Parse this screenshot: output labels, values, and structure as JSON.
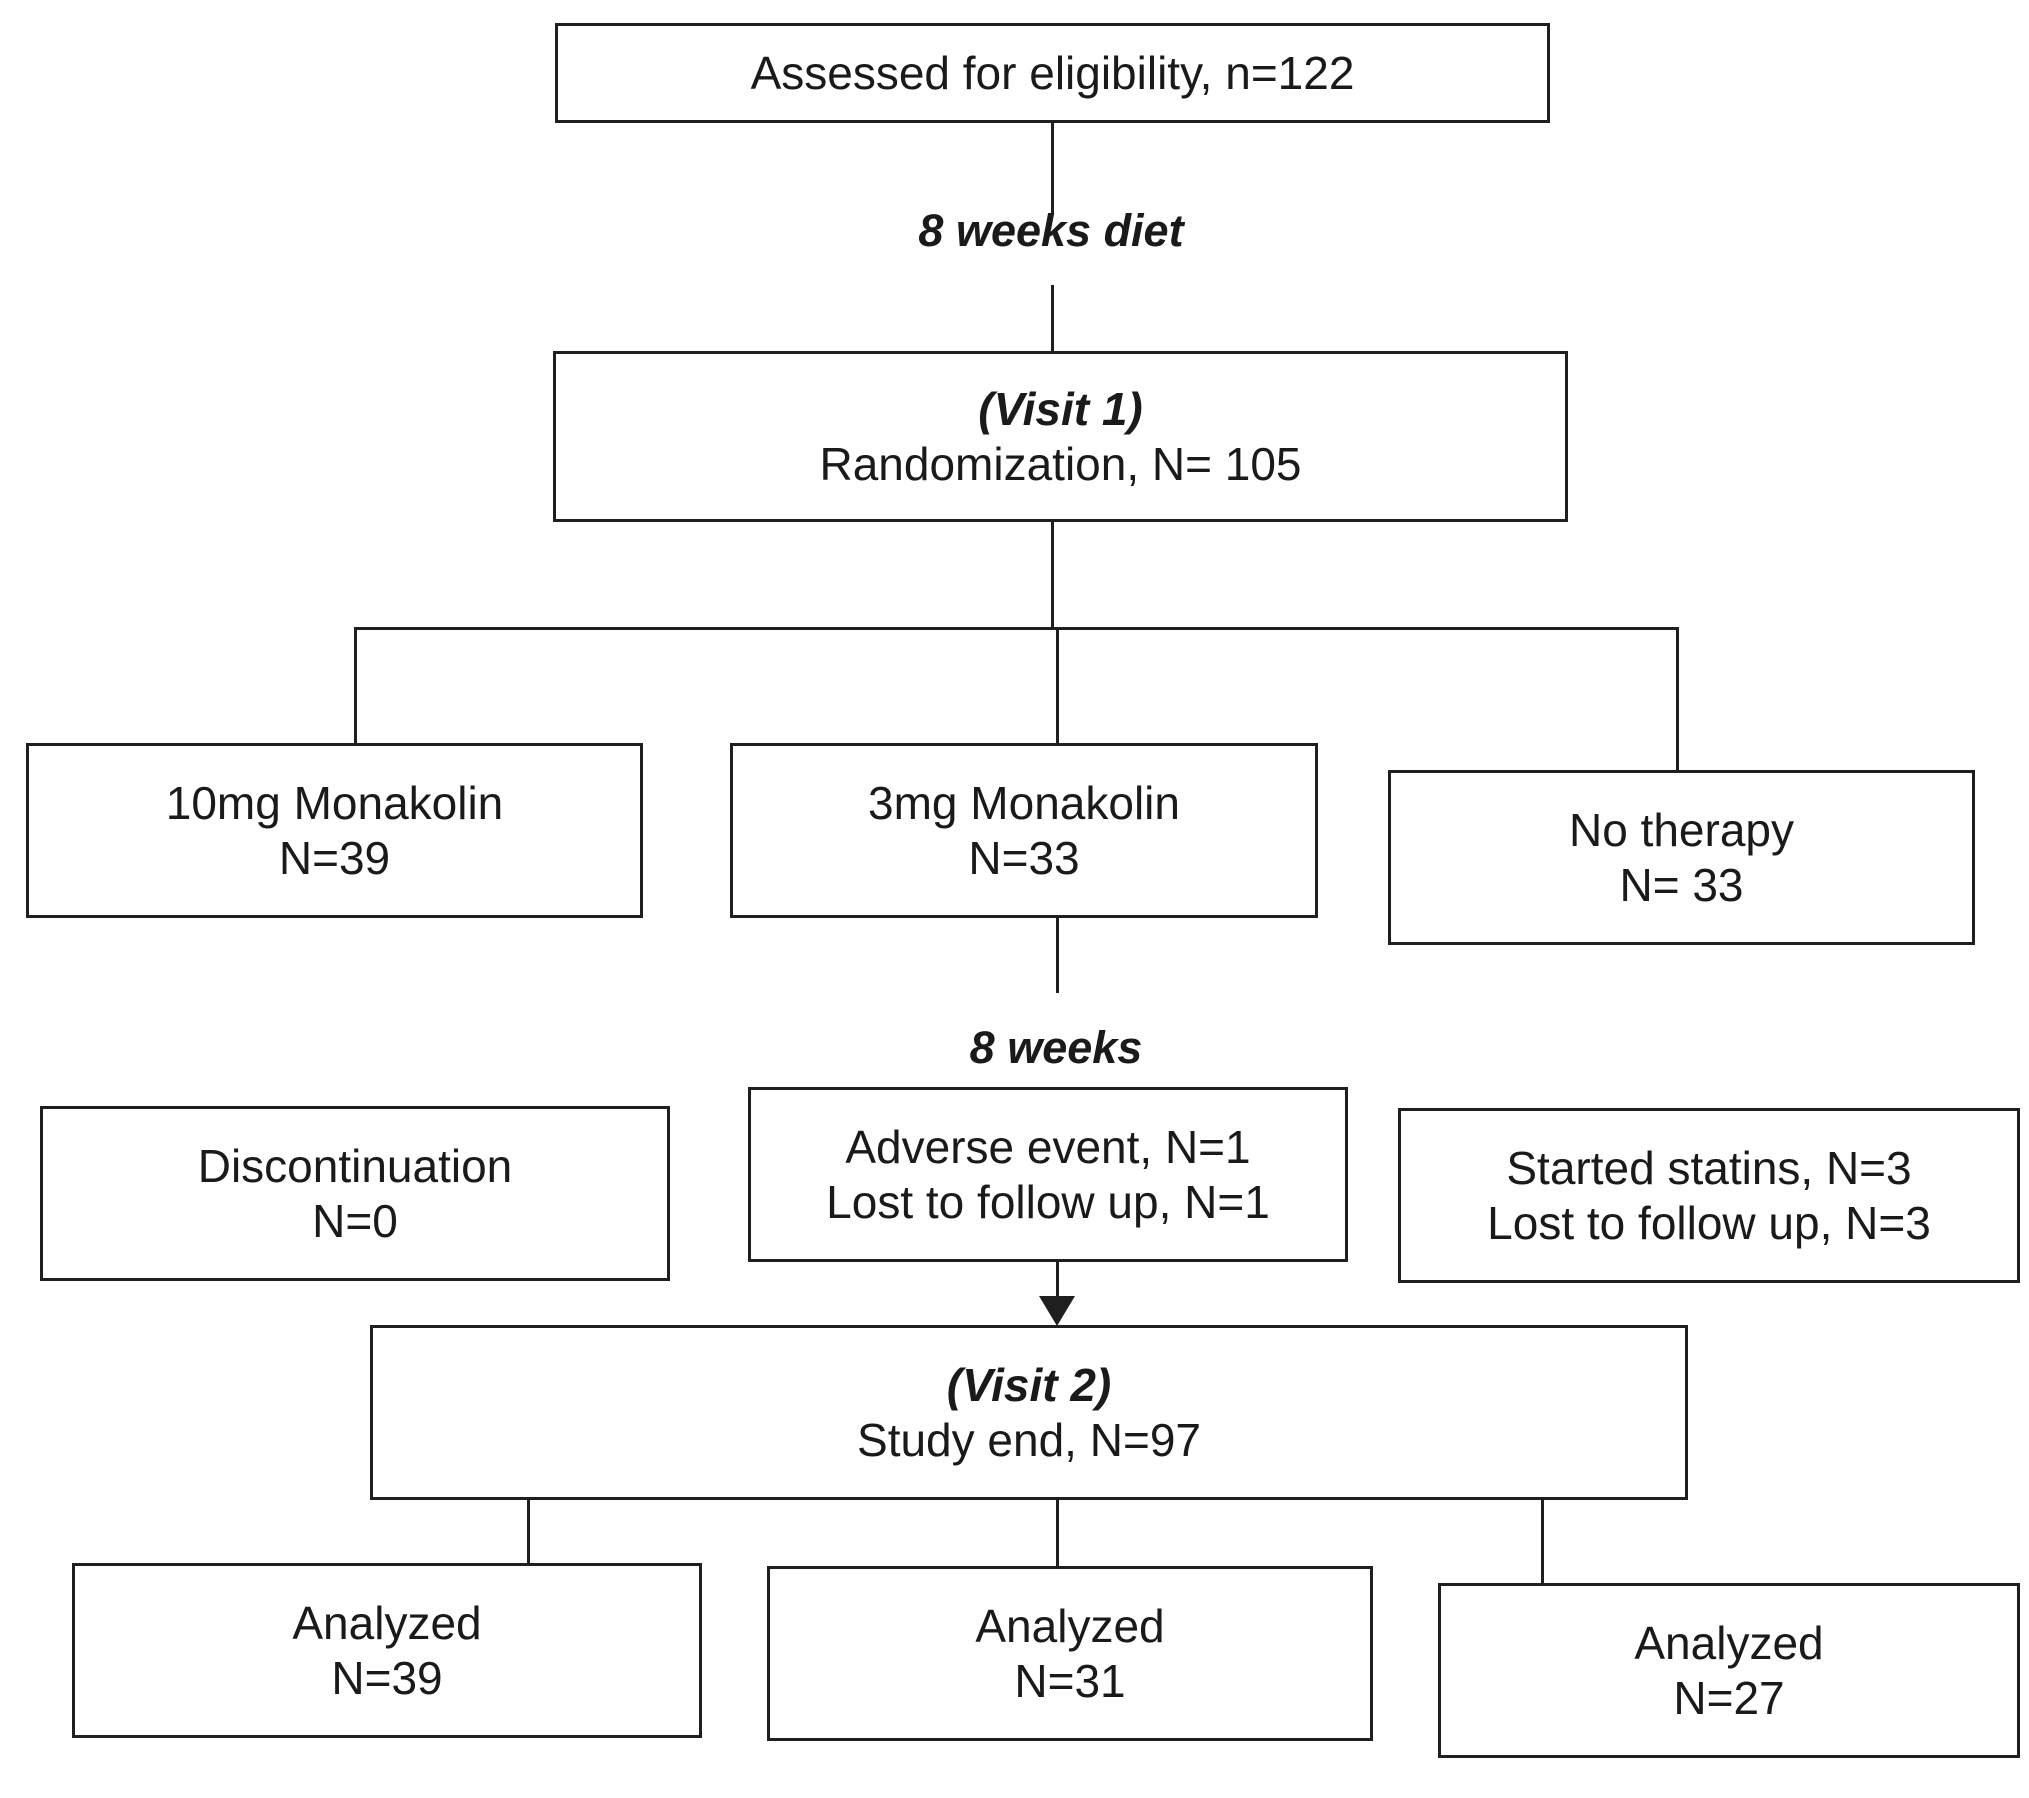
{
  "diagram": {
    "title": "CONSORT participant flow diagram",
    "colors": {
      "stroke": "#1f1f1f",
      "background": "#ffffff",
      "text": "#1a1a1a"
    },
    "nodes": {
      "eligibility": {
        "line1": "Assessed for eligibility, n=122"
      },
      "visit1": {
        "line1": "(Visit 1)",
        "line2": "Randomization, N= 105"
      },
      "arm_10mg": {
        "line1": "10mg Monakolin",
        "line2": "N=39"
      },
      "arm_3mg": {
        "line1": "3mg Monakolin",
        "line2": "N=33"
      },
      "arm_none": {
        "line1": "No therapy",
        "line2": "N= 33"
      },
      "drop_10mg": {
        "line1": "Discontinuation",
        "line2": "N=0"
      },
      "drop_3mg": {
        "line1": "Adverse event, N=1",
        "line2": "Lost to follow up, N=1"
      },
      "drop_none": {
        "line1": "Started statins, N=3",
        "line2": "Lost to follow up, N=3"
      },
      "visit2": {
        "line1": "(Visit 2)",
        "line2": "Study end, N=97"
      },
      "analyzed_10mg": {
        "line1": "Analyzed",
        "line2": "N=39"
      },
      "analyzed_3mg": {
        "line1": "Analyzed",
        "line2": "N=31"
      },
      "analyzed_none": {
        "line1": "Analyzed",
        "line2": "N=27"
      }
    },
    "edge_labels": {
      "diet_period": "8 weeks diet",
      "treatment_period": "8 weeks"
    }
  },
  "chart_data": {
    "type": "table",
    "title": "CONSORT participant flow",
    "stages": [
      {
        "stage": "Assessed for eligibility",
        "n": 122
      },
      {
        "stage": "Randomization (Visit 1)",
        "n": 105
      },
      {
        "stage": "10mg Monakolin",
        "n": 39
      },
      {
        "stage": "3mg Monakolin",
        "n": 33
      },
      {
        "stage": "No therapy",
        "n": 33
      },
      {
        "stage": "Discontinuation (10mg)",
        "n": 0
      },
      {
        "stage": "Adverse event (3mg)",
        "n": 1
      },
      {
        "stage": "Lost to follow up (3mg)",
        "n": 1
      },
      {
        "stage": "Started statins (no therapy)",
        "n": 3
      },
      {
        "stage": "Lost to follow up (no therapy)",
        "n": 3
      },
      {
        "stage": "Study end (Visit 2)",
        "n": 97
      },
      {
        "stage": "Analyzed 10mg Monakolin",
        "n": 39
      },
      {
        "stage": "Analyzed 3mg Monakolin",
        "n": 31
      },
      {
        "stage": "Analyzed no therapy",
        "n": 27
      }
    ],
    "periods": [
      "8 weeks diet",
      "8 weeks"
    ]
  }
}
